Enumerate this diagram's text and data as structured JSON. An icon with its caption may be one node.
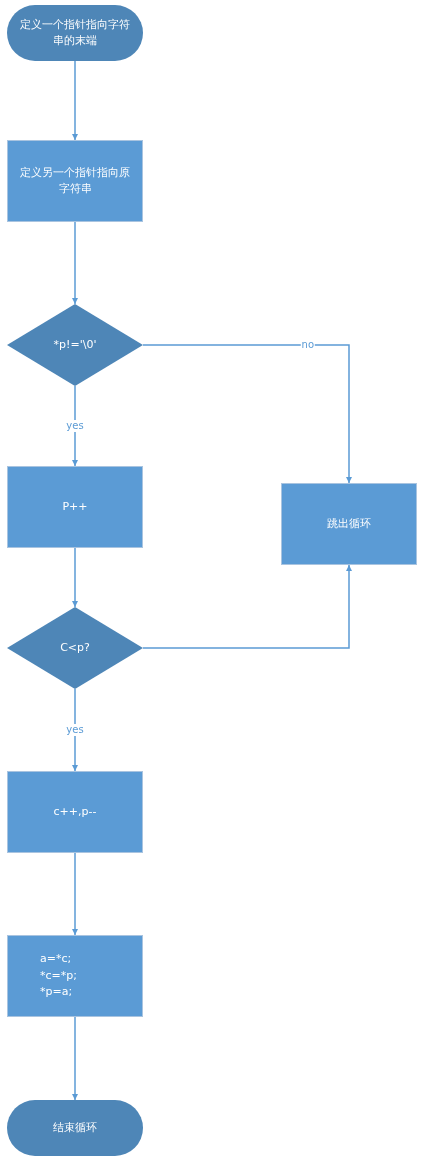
{
  "diagram": {
    "nodes": [
      {
        "text": [
          "定义一个指针指向字符串的末端"
        ]
      },
      {
        "text": [
          "定义另一个指针指向原字符串"
        ]
      },
      {
        "text": [
          "*p!='\\0'"
        ]
      },
      {
        "text": [
          "P++"
        ]
      },
      {
        "text": [
          "跳出循环"
        ]
      },
      {
        "text": [
          "C<p?"
        ]
      },
      {
        "text": [
          "c++,p--"
        ]
      },
      {
        "text": [
          "a=*c; *c=*p; *p=a;"
        ]
      },
      {
        "text": [
          "结束循环"
        ]
      }
    ],
    "edges": [
      {
        "from": 0,
        "to": 1,
        "arrow": "to"
      },
      {
        "from": 1,
        "to": 2,
        "arrow": "to"
      },
      {
        "from": 2,
        "to": 3,
        "arrow": "to",
        "label": "yes"
      },
      {
        "from": 2,
        "to": 4,
        "arrow": "to",
        "label": "no"
      },
      {
        "from": 3,
        "to": 5,
        "arrow": "to"
      },
      {
        "from": 5,
        "to": 4,
        "arrow": "to"
      },
      {
        "from": 5,
        "to": 6,
        "arrow": "to",
        "label": "yes"
      },
      {
        "from": 6,
        "to": 7,
        "arrow": "to"
      },
      {
        "from": 7,
        "to": 8,
        "arrow": "to"
      }
    ]
  }
}
